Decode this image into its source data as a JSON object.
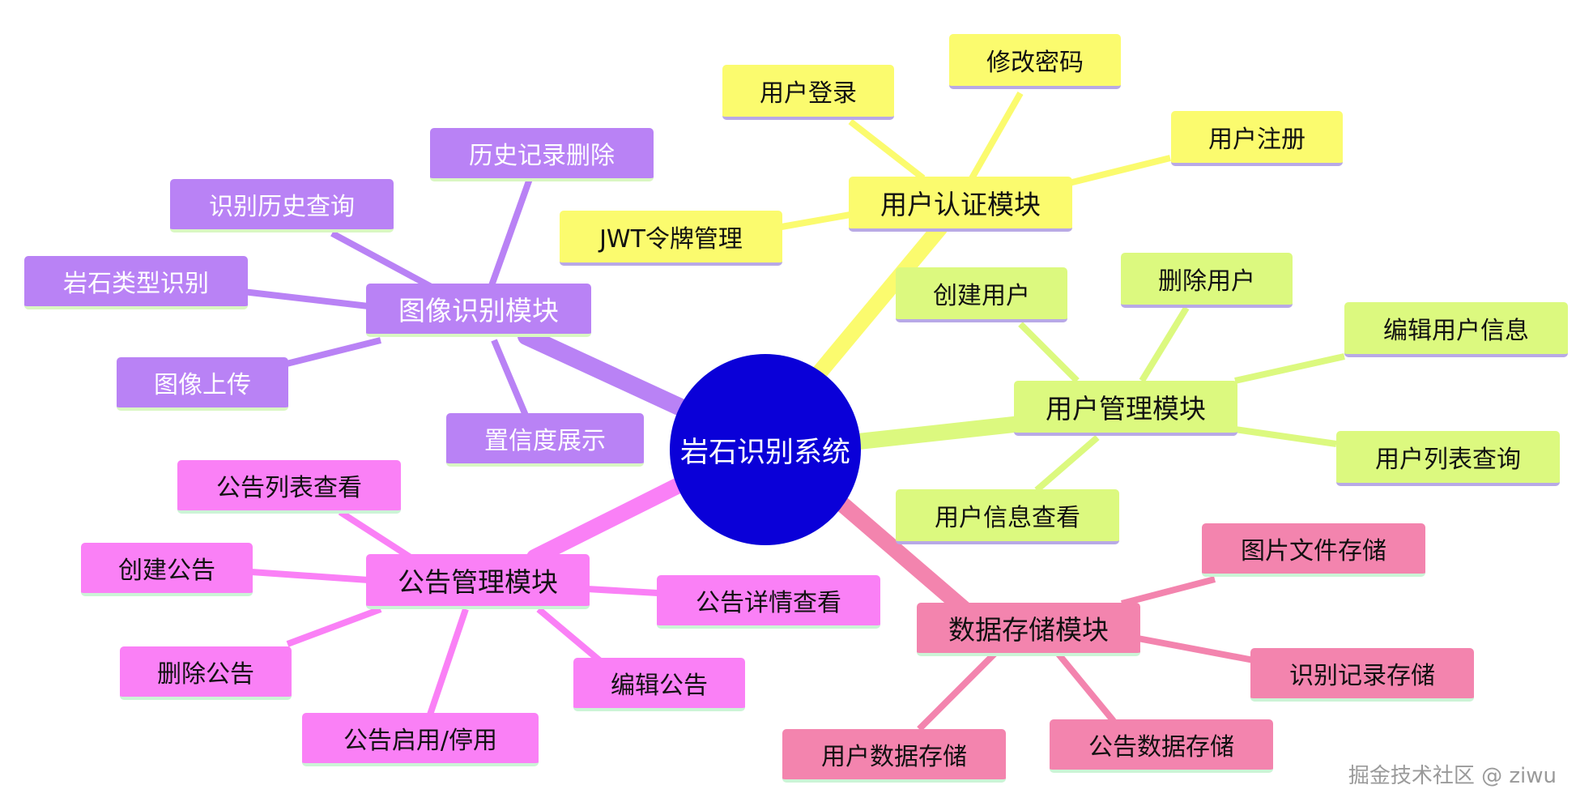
{
  "root": {
    "label": "岩石识别系统"
  },
  "watermark": "掘金技术社区 @ ziwu",
  "colors": {
    "root": "#0a00d8",
    "purple": "#b982f5",
    "yellow": "#fbfb6e",
    "green": "#dcf97f",
    "magenta": "#fa80f6",
    "pink": "#f384ae"
  },
  "branches": {
    "image_recognition": {
      "label": "图像识别模块",
      "leaves": [
        "历史记录删除",
        "识别历史查询",
        "岩石类型识别",
        "图像上传",
        "置信度展示"
      ]
    },
    "auth": {
      "label": "用户认证模块",
      "leaves": [
        "用户登录",
        "修改密码",
        "用户注册",
        "JWT令牌管理"
      ]
    },
    "user_management": {
      "label": "用户管理模块",
      "leaves": [
        "创建用户",
        "删除用户",
        "编辑用户信息",
        "用户列表查询",
        "用户信息查看"
      ]
    },
    "notice_management": {
      "label": "公告管理模块",
      "leaves": [
        "公告列表查看",
        "创建公告",
        "公告详情查看",
        "删除公告",
        "编辑公告",
        "公告启用/停用"
      ]
    },
    "data_storage": {
      "label": "数据存储模块",
      "leaves": [
        "图片文件存储",
        "识别记录存储",
        "用户数据存储",
        "公告数据存储"
      ]
    }
  }
}
